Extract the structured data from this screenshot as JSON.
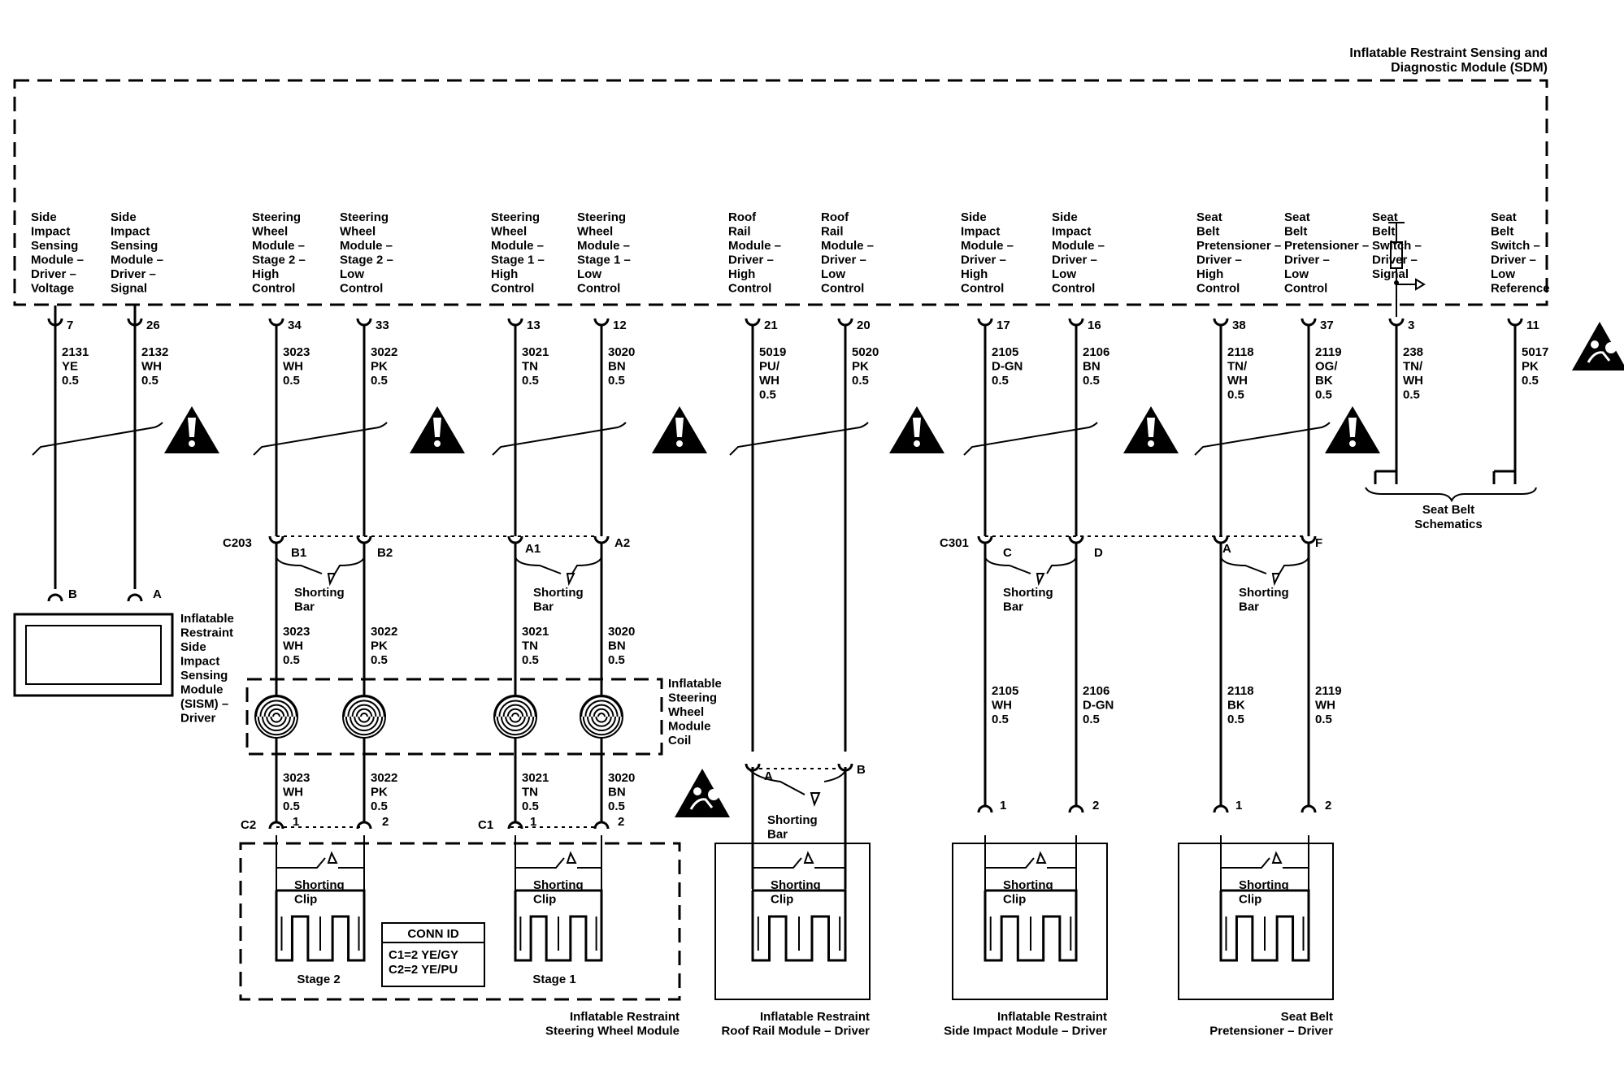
{
  "sdm": {
    "title_line1": "Inflatable Restraint Sensing and",
    "title_line2": "Diagnostic Module (SDM)"
  },
  "pins": [
    {
      "label": [
        "Side",
        "Impact",
        "Sensing",
        "Module –",
        "Driver –",
        "Voltage"
      ],
      "pin": "7",
      "circuit": "2131",
      "color": "YE",
      "gauge": "0.5"
    },
    {
      "label": [
        "Side",
        "Impact",
        "Sensing",
        "Module –",
        "Driver –",
        "Signal"
      ],
      "pin": "26",
      "circuit": "2132",
      "color": "WH",
      "gauge": "0.5"
    },
    {
      "label": [
        "Steering",
        "Wheel",
        "Module –",
        "Stage 2 –",
        "High",
        "Control"
      ],
      "pin": "34",
      "circuit": "3023",
      "color": "WH",
      "gauge": "0.5"
    },
    {
      "label": [
        "Steering",
        "Wheel",
        "Module –",
        "Stage 2 –",
        "Low",
        "Control"
      ],
      "pin": "33",
      "circuit": "3022",
      "color": "PK",
      "gauge": "0.5"
    },
    {
      "label": [
        "Steering",
        "Wheel",
        "Module –",
        "Stage 1 –",
        "High",
        "Control"
      ],
      "pin": "13",
      "circuit": "3021",
      "color": "TN",
      "gauge": "0.5"
    },
    {
      "label": [
        "Steering",
        "Wheel",
        "Module –",
        "Stage 1 –",
        "Low",
        "Control"
      ],
      "pin": "12",
      "circuit": "3020",
      "color": "BN",
      "gauge": "0.5"
    },
    {
      "label": [
        "Roof",
        "Rail",
        "Module –",
        "Driver –",
        "High",
        "Control"
      ],
      "pin": "21",
      "circuit": "5019",
      "color": "PU/\nWH",
      "gauge": "0.5"
    },
    {
      "label": [
        "Roof",
        "Rail",
        "Module –",
        "Driver –",
        "Low",
        "Control"
      ],
      "pin": "20",
      "circuit": "5020",
      "color": "PK",
      "gauge": "0.5"
    },
    {
      "label": [
        "Side",
        "Impact",
        "Module –",
        "Driver –",
        "High",
        "Control"
      ],
      "pin": "17",
      "circuit": "2105",
      "color": "D-GN",
      "gauge": "0.5"
    },
    {
      "label": [
        "Side",
        "Impact",
        "Module –",
        "Driver –",
        "Low",
        "Control"
      ],
      "pin": "16",
      "circuit": "2106",
      "color": "BN",
      "gauge": "0.5"
    },
    {
      "label": [
        "Seat",
        "Belt",
        "Pretensioner –",
        "Driver –",
        "High",
        "Control"
      ],
      "pin": "38",
      "circuit": "2118",
      "color": "TN/\nWH",
      "gauge": "0.5"
    },
    {
      "label": [
        "Seat",
        "Belt",
        "Pretensioner –",
        "Driver –",
        "Low",
        "Control"
      ],
      "pin": "37",
      "circuit": "2119",
      "color": "OG/\nBK",
      "gauge": "0.5"
    },
    {
      "label": [
        "Seat",
        "Belt",
        "Switch –",
        "Driver –",
        "Signal"
      ],
      "pin": "3",
      "circuit": "238",
      "color": "TN/\nWH",
      "gauge": "0.5"
    },
    {
      "label": [
        "Seat",
        "Belt",
        "Switch –",
        "Driver –",
        "Low",
        "Reference"
      ],
      "pin": "11",
      "circuit": "5017",
      "color": "PK",
      "gauge": "0.5"
    }
  ],
  "seat_belt_ref": [
    "Seat Belt",
    "Schematics"
  ],
  "connectors": {
    "c203": {
      "name": "C203",
      "pins": [
        "B1",
        "B2",
        "A1",
        "A2"
      ]
    },
    "c301": {
      "name": "C301",
      "pins": [
        "C",
        "D",
        "A",
        "F"
      ]
    },
    "sism_pins": [
      "B",
      "A"
    ],
    "roof_pins": [
      "A",
      "B"
    ],
    "module_pins": [
      "1",
      "2"
    ]
  },
  "shorting_bar": [
    "Shorting",
    "Bar"
  ],
  "shorting_clip": [
    "Shorting",
    "Clip"
  ],
  "mid_wires": [
    {
      "circuit": "3023",
      "color": "WH",
      "gauge": "0.5"
    },
    {
      "circuit": "3022",
      "color": "PK",
      "gauge": "0.5"
    },
    {
      "circuit": "3021",
      "color": "TN",
      "gauge": "0.5"
    },
    {
      "circuit": "3020",
      "color": "BN",
      "gauge": "0.5"
    },
    {
      "circuit": "2105",
      "color": "WH",
      "gauge": "0.5"
    },
    {
      "circuit": "2106",
      "color": "D-GN",
      "gauge": "0.5"
    },
    {
      "circuit": "2118",
      "color": "BK",
      "gauge": "0.5"
    },
    {
      "circuit": "2119",
      "color": "WH",
      "gauge": "0.5"
    }
  ],
  "modules": {
    "sism": {
      "label": [
        "Inflatable",
        "Restraint",
        "Side",
        "Impact",
        "Sensing",
        "Module",
        "(SISM) –",
        "Driver"
      ]
    },
    "coil": {
      "label": [
        "Inflatable",
        "Steering",
        "Wheel",
        "Module",
        "Coil"
      ]
    },
    "steering_wheel": {
      "stages": [
        "Stage 2",
        "Stage 1"
      ],
      "label": [
        "Inflatable Restraint",
        "Steering Wheel Module"
      ],
      "conn_id": {
        "title": "CONN ID",
        "lines": [
          "C1=2 YE/GY",
          "C2=2 YE/PU"
        ]
      },
      "connectors": [
        "C2",
        "C1"
      ]
    },
    "roof_rail": {
      "label": [
        "Inflatable Restraint",
        "Roof Rail Module – Driver"
      ]
    },
    "side_impact": {
      "label": [
        "Inflatable Restraint",
        "Side Impact Module – Driver"
      ]
    },
    "pretensioner": {
      "label": [
        "Seat Belt",
        "Pretensioner – Driver"
      ]
    }
  }
}
